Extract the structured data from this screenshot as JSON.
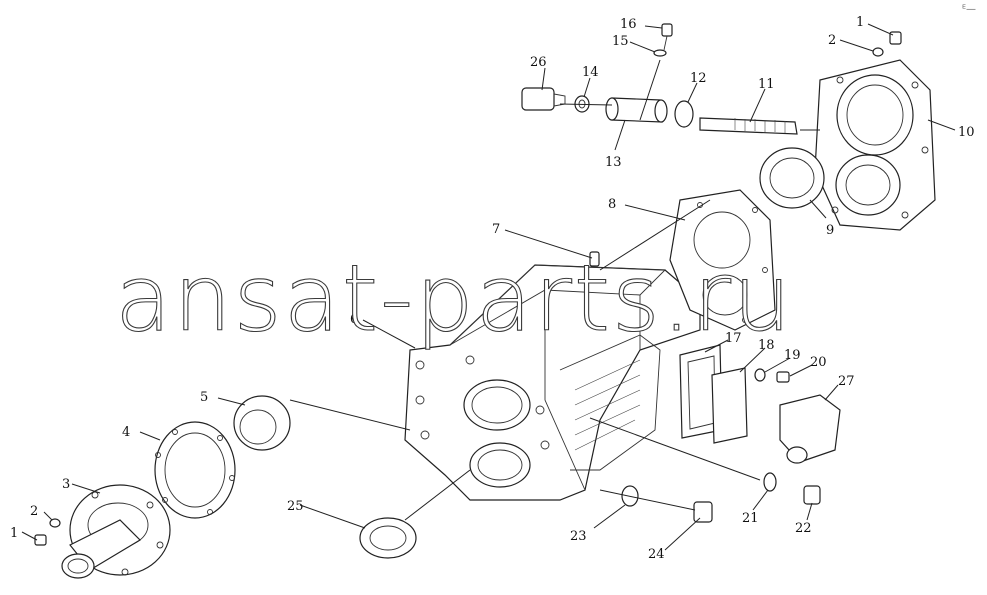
{
  "watermark": "ansat-parts.ru",
  "corner_mark": "ᴱ—",
  "callouts": [
    "1",
    "2",
    "3",
    "4",
    "5",
    "6",
    "7",
    "8",
    "9",
    "10",
    "11",
    "12",
    "13",
    "14",
    "15",
    "16",
    "17",
    "18",
    "19",
    "20",
    "21",
    "22",
    "23",
    "24",
    "25",
    "26",
    "27",
    "1",
    "2"
  ]
}
